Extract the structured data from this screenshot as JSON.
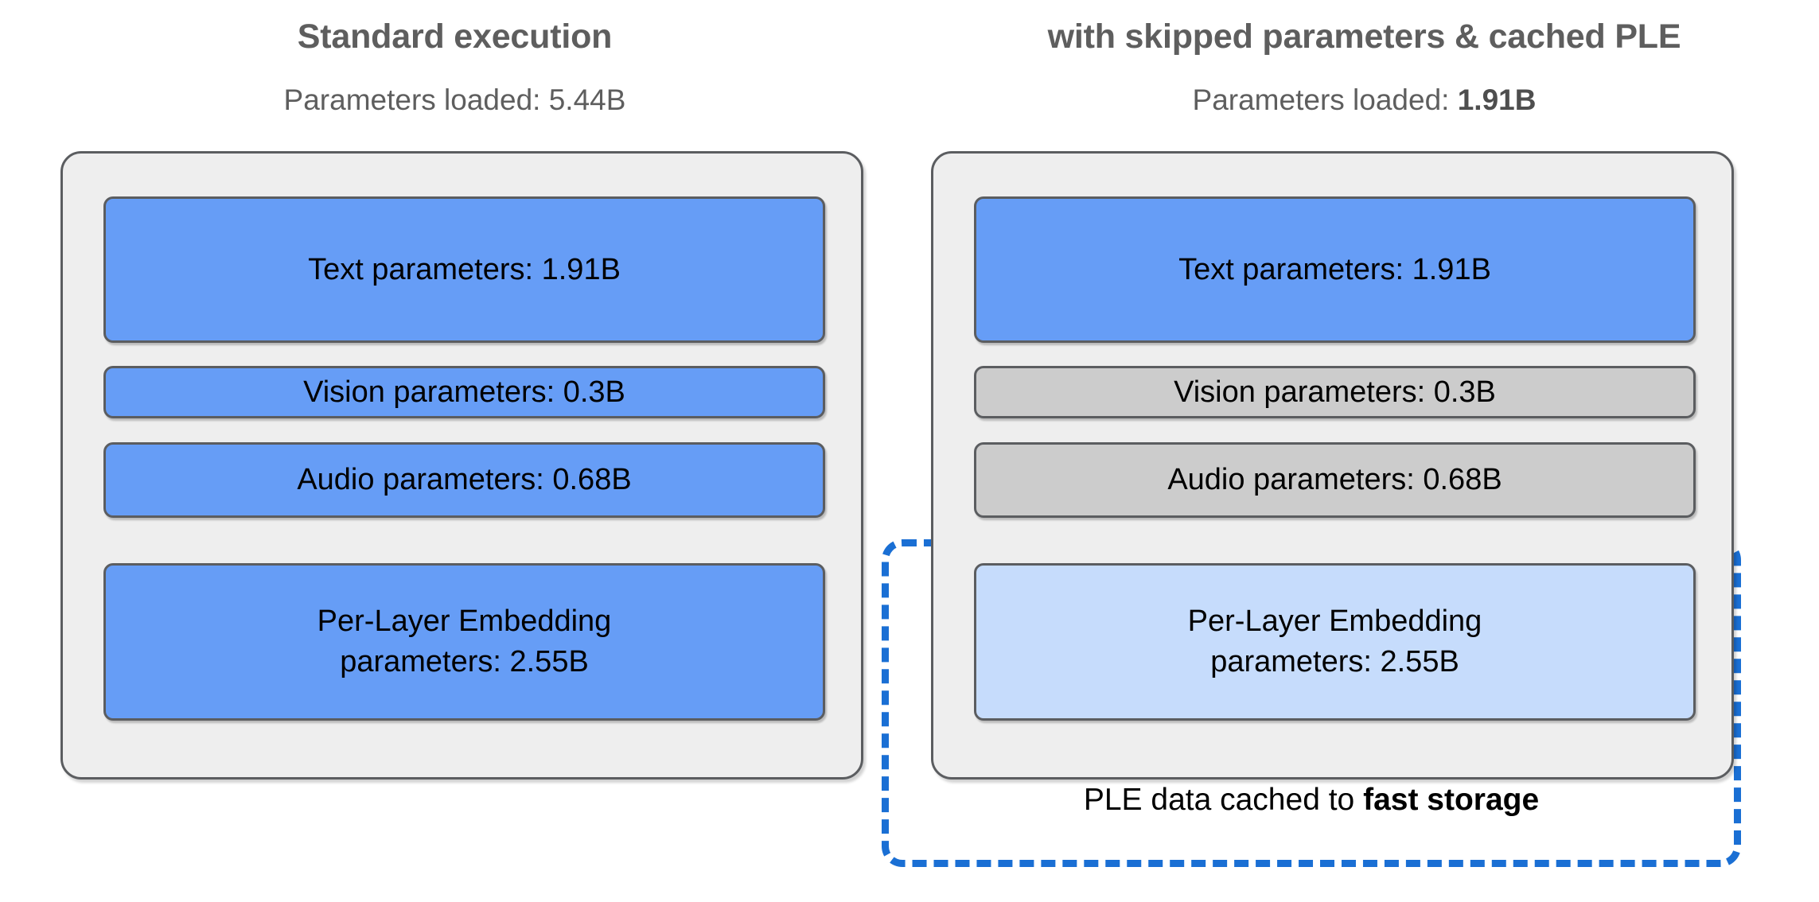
{
  "diagram": {
    "background_color": "#ffffff",
    "accent_blue": "#669df6",
    "accent_light_blue": "#c6dcfc",
    "accent_gray": "#cccccc",
    "dash_blue": "#1a6fd4",
    "panel_bg": "#eeeeee",
    "panel_border": "#5b5d60",
    "title_color": "#5e5e5e"
  },
  "left": {
    "title": "Standard execution",
    "subtitle_prefix": "Parameters loaded: ",
    "subtitle_value": "5.44B",
    "subtitle_value_bold": false,
    "blocks": [
      {
        "label": "Text parameters: 1.91B",
        "name": "text-parameters",
        "value": "1.91B",
        "state": "loaded"
      },
      {
        "label": "Vision parameters: 0.3B",
        "name": "vision-parameters",
        "value": "0.3B",
        "state": "loaded"
      },
      {
        "label": "Audio parameters: 0.68B",
        "name": "audio-parameters",
        "value": "0.68B",
        "state": "loaded"
      },
      {
        "label": "Per-Layer Embedding parameters: 2.55B",
        "line1": "Per-Layer Embedding",
        "line2": "parameters: 2.55B",
        "name": "ple-parameters",
        "value": "2.55B",
        "state": "loaded"
      }
    ]
  },
  "right": {
    "title": "with skipped parameters & cached PLE",
    "subtitle_prefix": "Parameters loaded: ",
    "subtitle_value": "1.91B",
    "subtitle_value_bold": true,
    "blocks": [
      {
        "label": "Text parameters: 1.91B",
        "name": "text-parameters",
        "value": "1.91B",
        "state": "loaded"
      },
      {
        "label": "Vision parameters: 0.3B",
        "name": "vision-parameters",
        "value": "0.3B",
        "state": "skipped"
      },
      {
        "label": "Audio parameters: 0.68B",
        "name": "audio-parameters",
        "value": "0.68B",
        "state": "skipped"
      },
      {
        "label": "Per-Layer Embedding parameters: 2.55B",
        "line1": "Per-Layer Embedding",
        "line2": "parameters: 2.55B",
        "name": "ple-parameters",
        "value": "2.55B",
        "state": "cached"
      }
    ],
    "cache_caption_prefix": "PLE data cached to ",
    "cache_caption_strong": "fast storage"
  }
}
